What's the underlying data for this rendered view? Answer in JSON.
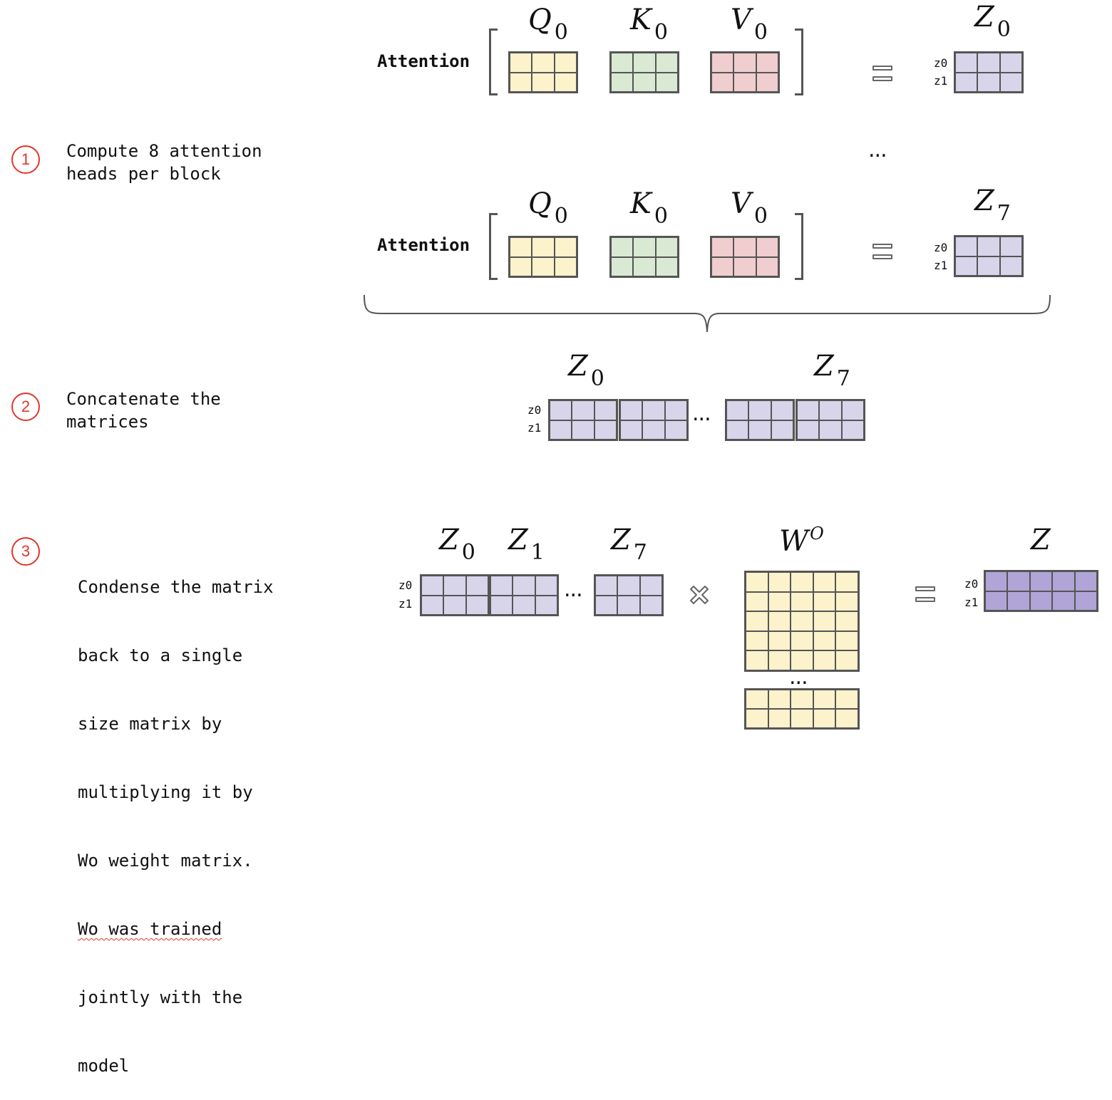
{
  "steps": [
    {
      "number": "1",
      "text": "Compute 8 attention\nheads per block"
    },
    {
      "number": "2",
      "text": "Concatenate the\nmatrices"
    },
    {
      "number": "3",
      "text_lines": [
        "Condense the matrix",
        "back to a single",
        "size matrix by",
        "multiplying it by",
        "Wo weight matrix.",
        "Wo was trained",
        "jointly with the",
        "model"
      ]
    }
  ],
  "attention_label": "Attention",
  "heads": [
    {
      "q": "Q",
      "q_sub": "0",
      "k": "K",
      "k_sub": "0",
      "v": "V",
      "v_sub": "0",
      "z": "Z",
      "z_sub": "0"
    },
    {
      "q": "Q",
      "q_sub": "0",
      "k": "K",
      "k_sub": "0",
      "v": "V",
      "v_sub": "0",
      "z": "Z",
      "z_sub": "7"
    }
  ],
  "row_labels": [
    "z0",
    "z1"
  ],
  "ellipsis": "...",
  "concat": {
    "left": "Z",
    "left_sub": "0",
    "right": "Z",
    "right_sub": "7"
  },
  "condense": {
    "z_labels": [
      {
        "sym": "Z",
        "sub": "0"
      },
      {
        "sym": "Z",
        "sub": "1"
      },
      {
        "sym": "Z",
        "sub": "7"
      }
    ],
    "weight": "W",
    "weight_sup": "O",
    "result": "Z"
  },
  "colors": {
    "query": "#fcf2cc",
    "key": "#d9e9d3",
    "value": "#f0cdcf",
    "z": "#d8d4ea",
    "weight": "#fcf2cc",
    "result": "#b0a5d6",
    "step_circle": "#e2362b"
  }
}
